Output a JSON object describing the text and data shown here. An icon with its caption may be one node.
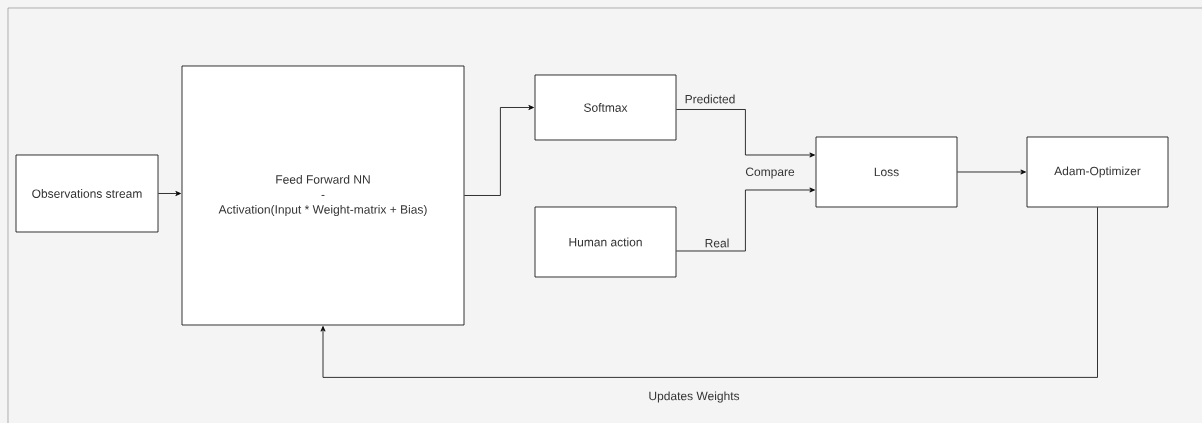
{
  "diagram": {
    "nodes": [
      {
        "text": [
          "Observations stream"
        ]
      },
      {
        "text": [
          "Feed Forward NN",
          "-",
          "Activation(Input * Weight-matrix + Bias)"
        ]
      },
      {
        "text": [
          "Softmax"
        ]
      },
      {
        "text": [
          "Human action"
        ]
      },
      {
        "text": [
          "Loss"
        ]
      },
      {
        "text": [
          "Adam-Optimizer"
        ]
      }
    ],
    "edges": [
      {
        "from": 0,
        "to": 1,
        "arrow": "to"
      },
      {
        "from": 1,
        "to": 2,
        "arrow": "to"
      },
      {
        "from": 2,
        "to": 4,
        "arrow": "to",
        "label": "Predicted"
      },
      {
        "from": 3,
        "to": 4,
        "arrow": "to",
        "label": "Real"
      },
      {
        "from": 4,
        "to": 5,
        "arrow": "to"
      },
      {
        "from": 5,
        "to": 1,
        "arrow": "to",
        "label": "Updates Weights"
      }
    ],
    "labels": [
      "Compare"
    ]
  }
}
